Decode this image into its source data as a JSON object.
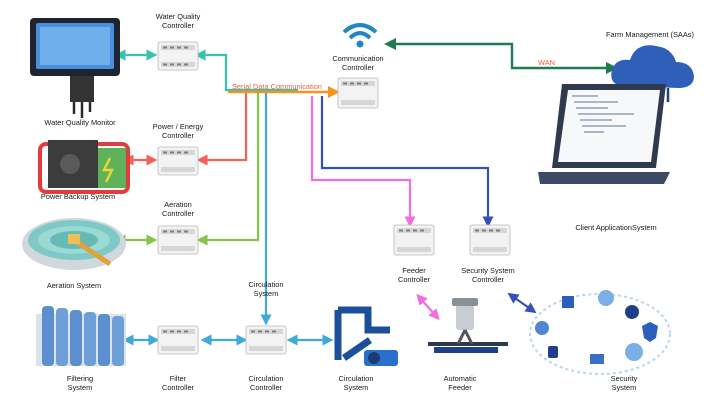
{
  "colors": {
    "water_quality": "#35c3a9",
    "power": "#f4615a",
    "aeration": "#88c24a",
    "circulation": "#3fa9dc",
    "serial": "#f5941f",
    "feeder": "#f06ee0",
    "security": "#3550b8",
    "wan": "#1e7a50"
  },
  "labels": {
    "water_quality_controller": "Water Quality\nController",
    "communication_controller": "Communication\nController",
    "farm_management": "Farm Management (SAAs)",
    "wan": "WAN",
    "serial_data": "Serial Data Communication",
    "water_quality_monitor": "Water Quality Monitor",
    "power_energy_controller": "Power / Energy\nController",
    "power_backup_system": "Power Backup System",
    "aeration_controller": "Aeration\nController",
    "aeration_system": "Aeration System",
    "client_application": "Client ApplicationSystem",
    "feeder_controller": "Feeder\nController",
    "security_system_controller": "Security System\nController",
    "circulation_system_top": "Circulation\nSystem",
    "filtering_system": "Filtering\nSystem",
    "filter_controller": "Filter\nController",
    "circulation_controller": "Circulation\nController",
    "circulation_system_bottom": "Circulation\nSystem",
    "automatic_feeder": "Automatic\nFeeder",
    "security_system": "Security\nSystem"
  },
  "icons": {
    "touchscreen": "touchscreen-monitor-icon",
    "generator": "generator-icon",
    "aeration_tank": "aeration-tank-icon",
    "filter_bank": "filter-bank-icon",
    "pump": "circulation-pump-icon",
    "feeder": "automatic-feeder-icon",
    "cloud": "cloud-icon",
    "laptop": "laptop-icon",
    "wifi": "wifi-icon",
    "security_ring": "security-icons-ring"
  }
}
